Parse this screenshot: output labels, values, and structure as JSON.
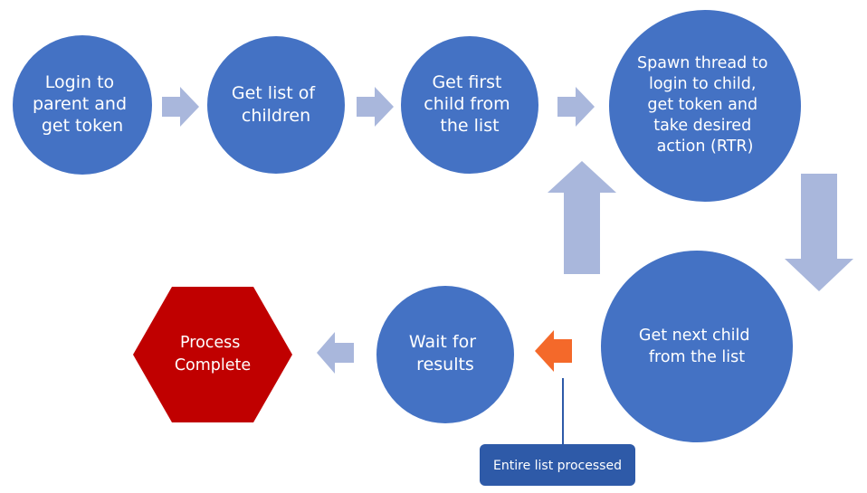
{
  "colors": {
    "circle": "#4472c4",
    "arrow": "#a9b7dc",
    "hexagon": "#c00000",
    "orange_arrow": "#f4692a",
    "callout": "#2e5aa8",
    "connector": "#2e5aa8",
    "text": "#ffffff"
  },
  "icons": {
    "arrow": "block-arrow-icon",
    "orange_arrow": "orange-arrow-icon"
  },
  "steps": [
    {
      "lines": [
        "Login to",
        "parent and",
        "get token"
      ]
    },
    {
      "lines": [
        "Get list of",
        "children"
      ]
    },
    {
      "lines": [
        "Get first",
        "child from",
        "the list"
      ]
    },
    {
      "lines": [
        "Spawn thread to",
        "login to child,",
        "get token and",
        "take desired",
        "action (RTR)"
      ]
    },
    {
      "lines": [
        "Get next child",
        "from the list"
      ]
    },
    {
      "lines": [
        "Wait for",
        "results"
      ]
    }
  ],
  "end": {
    "lines": [
      "Process",
      "Complete"
    ]
  },
  "callout": {
    "label": "Entire list processed"
  }
}
